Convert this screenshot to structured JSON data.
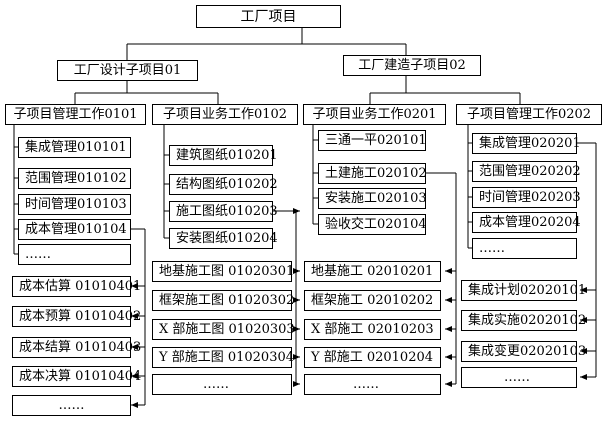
{
  "root": {
    "label": "工厂项目"
  },
  "sub_projects": [
    {
      "label": "工厂设计子项目01"
    },
    {
      "label": "工厂建造子项目02"
    }
  ],
  "work_packages": [
    {
      "label": "子项目管理工作0101"
    },
    {
      "label": "子项目业务工作0102"
    },
    {
      "label": "子项目业务工作0201"
    },
    {
      "label": "子项目管理工作0202"
    }
  ],
  "items_0101": [
    "集成管理010101",
    "范围管理010102",
    "时间管理010103",
    "成本管理010104",
    "……"
  ],
  "items_0102": [
    "建筑图纸010201",
    "结构图纸010202",
    "施工图纸010203",
    "安装图纸010204"
  ],
  "items_0201": [
    "三通一平020101",
    "土建施工020102",
    "安装施工020103",
    "验收交工020104"
  ],
  "items_0202": [
    "集成管理020201",
    "范围管理020202",
    "时间管理020203",
    "成本管理020204",
    "……"
  ],
  "cost_items": [
    "成本估算 01010401",
    "成本预算 01010402",
    "成本结算 01010403",
    "成本决算 01010404",
    "……"
  ],
  "drawing_items": [
    "地基施工图 01020301",
    "框架施工图 01020302",
    "X 部施工图 01020303",
    "Y 部施工图 01020304",
    "……"
  ],
  "construction_items": [
    "地基施工 02010201",
    "框架施工 02010202",
    "X 部施工 02010203",
    "Y 部施工 02010204",
    "……"
  ],
  "integration_items": [
    "集成计划02020101",
    "集成实施02020102",
    "集成变更02020103",
    "……"
  ]
}
